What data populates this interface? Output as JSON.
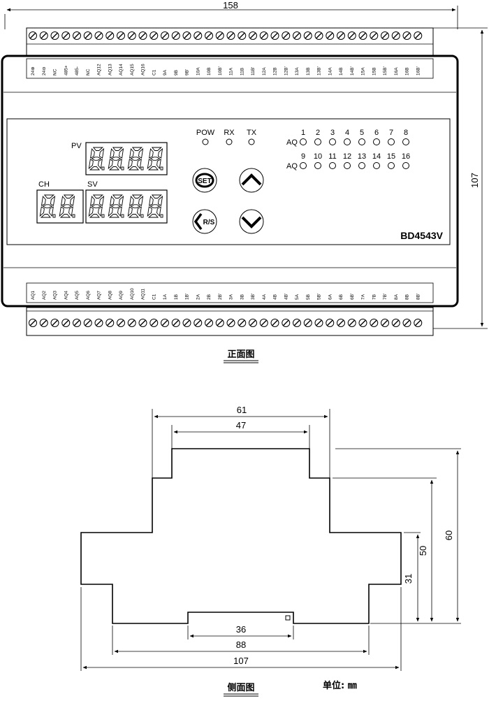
{
  "front": {
    "width_dim": "158",
    "height_dim": "107",
    "model": "BD4543V",
    "pv_label": "PV",
    "sv_label": "SV",
    "ch_label": "CH",
    "led_labels": [
      "POW",
      "RX",
      "TX"
    ],
    "aq_label": "AQ",
    "aq_row1": [
      "1",
      "2",
      "3",
      "4",
      "5",
      "6",
      "7",
      "8"
    ],
    "aq_row2": [
      "9",
      "10",
      "11",
      "12",
      "13",
      "14",
      "15",
      "16"
    ],
    "buttons": {
      "set": "SET",
      "rs": "R/S"
    },
    "top_terminals": [
      "24⊕",
      "24⊖",
      "NC",
      "485+",
      "485-",
      "NC",
      "AQ12",
      "AQ13",
      "AQ14",
      "AQ15",
      "AQ16",
      "C1",
      "9A",
      "9B",
      "9B'",
      "10A",
      "10B",
      "10B'",
      "11A",
      "11B",
      "11B'",
      "12A",
      "12B",
      "12B'",
      "13A",
      "13B",
      "13B'",
      "14A",
      "14B",
      "14B'",
      "15A",
      "15B",
      "15B'",
      "16A",
      "16B",
      "16B'"
    ],
    "bottom_terminals": [
      "AQ1",
      "AQ2",
      "AQ3",
      "AQ4",
      "AQ5",
      "AQ6",
      "AQ7",
      "AQ8",
      "AQ9",
      "AQ10",
      "AQ11",
      "C1",
      "1A",
      "1B",
      "1B'",
      "2A",
      "2B",
      "2B'",
      "3A",
      "3B",
      "3B'",
      "4A",
      "4B",
      "4B'",
      "5A",
      "5B",
      "5B'",
      "6A",
      "6B",
      "6B'",
      "7A",
      "7B",
      "7B'",
      "8A",
      "8B",
      "8B'"
    ],
    "caption": "正面图"
  },
  "side": {
    "dims_top": [
      "61",
      "47"
    ],
    "dims_right": [
      "60",
      "50",
      "31"
    ],
    "dims_bottom": [
      "36",
      "88",
      "107"
    ],
    "caption": "侧面图",
    "unit": "单位: ㎜"
  }
}
